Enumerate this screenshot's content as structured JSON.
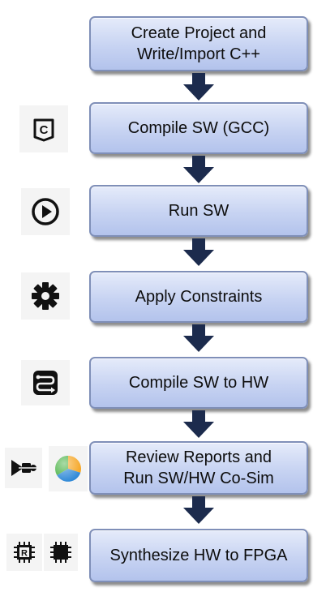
{
  "steps": [
    {
      "label": "Create Project and\nWrite/Import C++"
    },
    {
      "label": "Compile SW (GCC)"
    },
    {
      "label": "Run SW"
    },
    {
      "label": "Apply Constraints"
    },
    {
      "label": "Compile SW to HW"
    },
    {
      "label": "Review Reports and\nRun SW/HW Co-Sim"
    },
    {
      "label": "Synthesize HW to FPGA"
    }
  ],
  "icons": [
    "c-file-icon",
    "play-circle-icon",
    "gear-icon",
    "transform-icon",
    "cosim-icon",
    "pie-chart-icon",
    "rtl-chip-icon",
    "chip-icon"
  ],
  "icon_glyph_text": {
    "c_file": "C",
    "rtl_chip": "R"
  },
  "colors": {
    "box_fill": "#c7d3f2",
    "box_border": "#7f8fb8",
    "arrow": "#1c2b4d",
    "text": "#0d0d0d"
  }
}
